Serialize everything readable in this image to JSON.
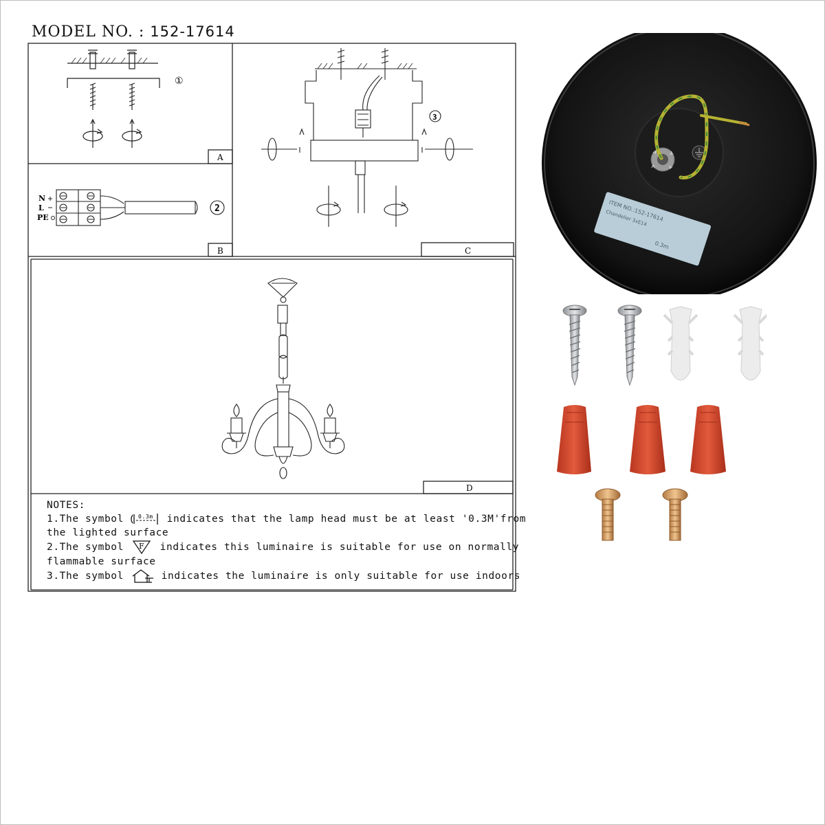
{
  "header": {
    "model_label": "MODEL NO. :",
    "model_number": "152-17614"
  },
  "panels": {
    "a": {
      "letter": "A",
      "step": "①"
    },
    "b": {
      "letter": "B",
      "step": "2",
      "terminals": [
        "N",
        "L",
        "PE"
      ]
    },
    "c": {
      "letter": "C",
      "step": "3"
    },
    "d": {
      "letter": "D"
    }
  },
  "notes": {
    "heading": "NOTES:",
    "note1_prefix": "1.The symbol",
    "note1_symbol_text": "0.3m",
    "note1_suffix": "indicates that the lamp head must be at least '0.3M'from",
    "note1_line2": "the lighted surface",
    "note2_prefix": "2.The symbol",
    "note2_symbol_text": "F",
    "note2_suffix": "indicates this luminaire is suitable for use on normally",
    "note2_line2": "flammable surface",
    "note3_prefix": "3.The symbol",
    "note3_suffix": "indicates the luminaire is only suitable for use indoors"
  },
  "canopy_label": {
    "line1": "ITEM NO.:152-17614",
    "line2": "Chandelier 3xE14",
    "line3": "0.3m"
  },
  "hardware": {
    "screws": 2,
    "wall_plugs": 2,
    "wire_connectors": 3,
    "bolts": 2
  },
  "colors": {
    "canopy": "#121212",
    "wire_connector": "#d9472b",
    "bolt": "#d8a56a",
    "wall_plug": "#ececec",
    "screw": "#b9bcc0"
  }
}
